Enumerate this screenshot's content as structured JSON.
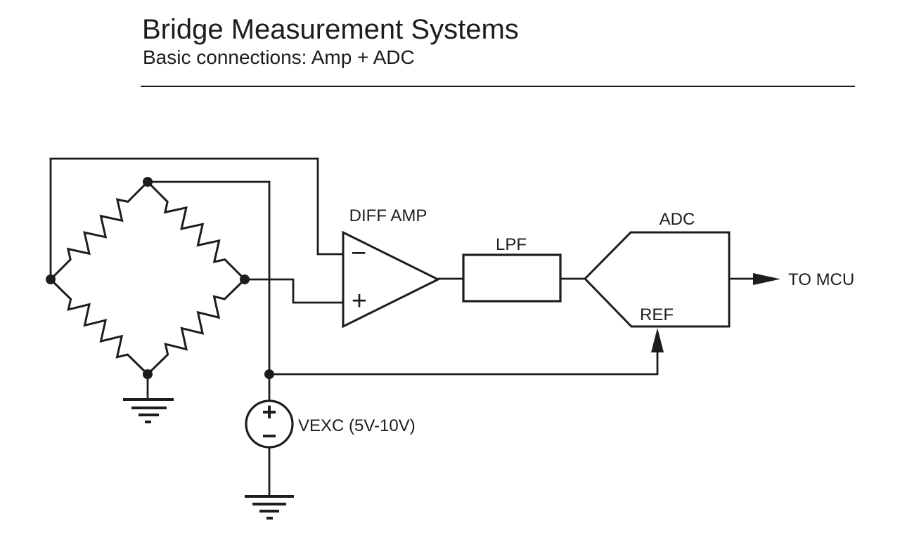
{
  "header": {
    "title": "Bridge Measurement Systems",
    "subtitle": "Basic connections: Amp + ADC"
  },
  "diagram": {
    "labels": {
      "diff_amp": "DIFF AMP",
      "lpf": "LPF",
      "adc": "ADC",
      "ref": "REF",
      "to_mcu": "TO MCU",
      "vexc": "VEXC (5V-10V)"
    },
    "symbols": {
      "amp_inverting": "−",
      "amp_noninverting": "+",
      "source_plus": "+",
      "source_minus": "−"
    },
    "icons": [
      "wheatstone-bridge-icon",
      "opamp-triangle-icon",
      "adc-pentagon-icon",
      "ground-icon",
      "voltage-source-icon",
      "junction-dot-icon",
      "arrowhead-icon"
    ],
    "colors": {
      "ink": "#1d1d1d",
      "background": "#ffffff"
    }
  }
}
